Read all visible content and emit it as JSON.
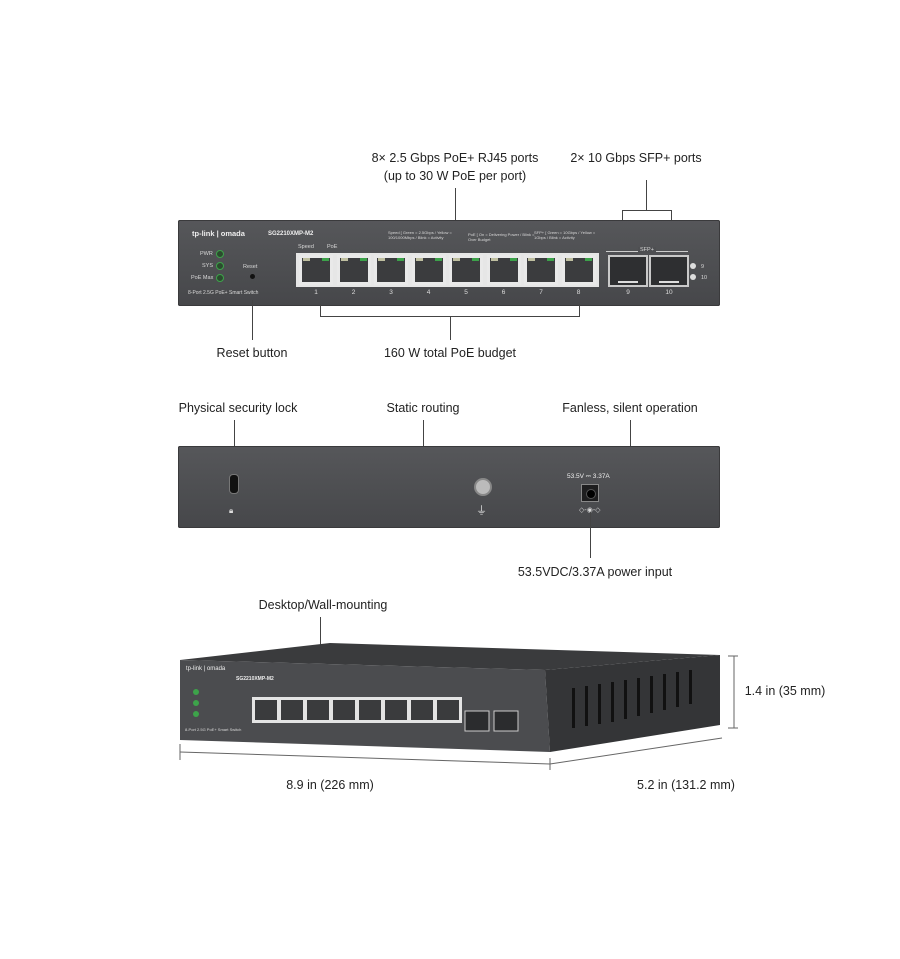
{
  "callouts": {
    "rj45_ports": "8× 2.5 Gbps PoE+ RJ45 ports",
    "rj45_ports_sub": "(up to 30 W PoE per port)",
    "sfp_ports": "2× 10 Gbps SFP+ ports",
    "reset_button": "Reset button",
    "poe_budget": "160 W total PoE budget",
    "security_lock": "Physical security lock",
    "static_routing": "Static routing",
    "fanless": "Fanless, silent operation",
    "power_input": "53.5VDC/3.37A power input",
    "mounting": "Desktop/Wall-mounting",
    "height": "1.4 in (35 mm)",
    "width": "8.9 in (226 mm)",
    "depth": "5.2 in (131.2 mm)"
  },
  "front_panel": {
    "logo": "tp-link | omada",
    "model": "SG2210XMP-M2",
    "leds": [
      "PWR",
      "SYS",
      "PoE Max"
    ],
    "reset": "Reset",
    "speed": "Speed",
    "poe": "PoE",
    "description": "8-Port 2.5G PoE+ Smart Switch",
    "legend_speed": "Speed [ Green = 2.5Gbps / Yellow = 100/1000Mbps / Blink = Activity",
    "legend_poe": "PoE [ On = Delivering Power / Blink = Over Budget",
    "legend_sfp": "SFP+ [ Green = 10Gbps / Yellow = 1Gbps / Blink = Activity",
    "sfp_label": "SFP+",
    "rj45_ports": [
      "1",
      "2",
      "3",
      "4",
      "5",
      "6",
      "7",
      "8"
    ],
    "sfp_ports": [
      "9",
      "10"
    ],
    "sfp_leds": [
      "9",
      "10"
    ]
  },
  "rear_panel": {
    "power_rating": "53.5V ⎓ 3.37A",
    "lock_icon": "lock-icon",
    "ground_icon": "ground-icon",
    "polarity_icon": "polarity-icon"
  },
  "colors": {
    "panel": "#4e4f52",
    "led_green": "#3da34a",
    "text": "#222222"
  }
}
